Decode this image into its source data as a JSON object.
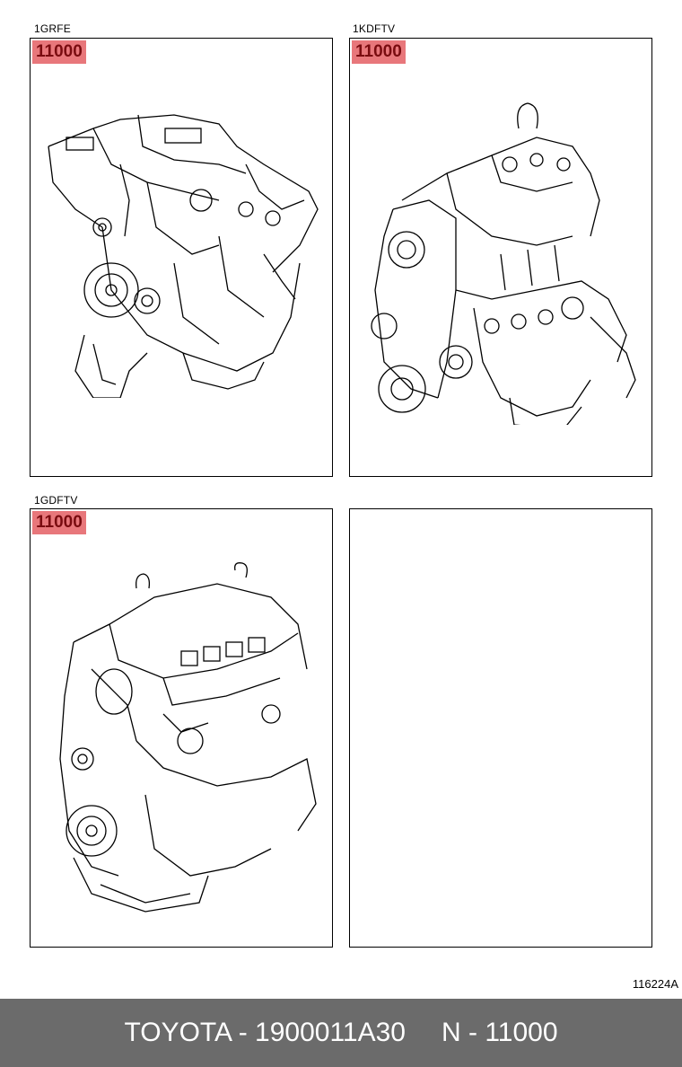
{
  "panels": [
    {
      "engine": "1GRFE",
      "part_code": "11000"
    },
    {
      "engine": "1KDFTV",
      "part_code": "11000"
    },
    {
      "engine": "1GDFTV",
      "part_code": "11000"
    },
    {
      "engine": "",
      "part_code": ""
    }
  ],
  "illustration_code": "116224A",
  "footer": {
    "brand_part": "TOYOTA - 1900011A30",
    "ref": "N - 11000"
  },
  "colors": {
    "badge_bg": "#e8777b",
    "badge_text": "#7a0c10",
    "footer_bg": "#6b6b6b"
  },
  "icons": [
    "engine-1grfe-drawing",
    "engine-1kdftv-drawing",
    "engine-1gdftv-drawing"
  ]
}
